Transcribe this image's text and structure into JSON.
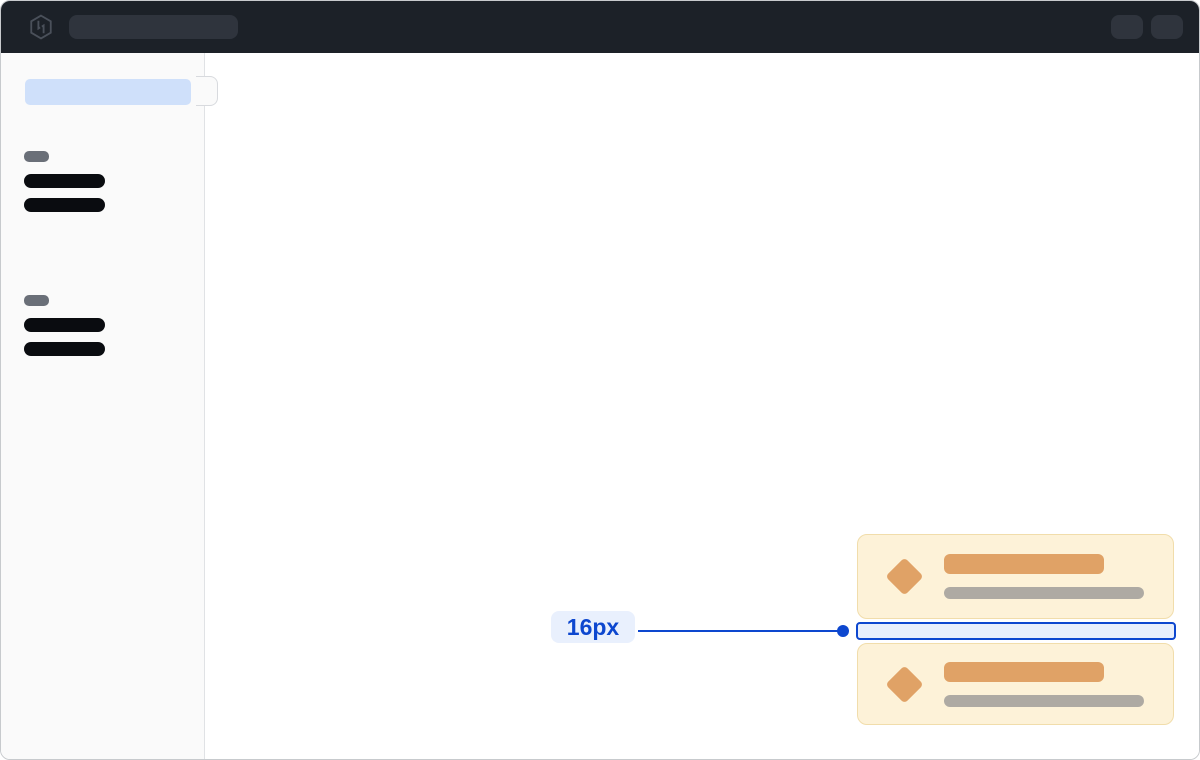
{
  "annotation": {
    "label": "16px",
    "accent_color": "#0d47cf",
    "badge_bg": "#e9f0fd"
  },
  "topbar": {
    "logo_icon": "hashicorp-logo",
    "background": "#1c2128",
    "pill_color": "#2f343d"
  },
  "sidebar": {
    "background": "#fafafa",
    "active_item_color": "#cfe0fa",
    "groups": [
      {
        "label_skeleton": true,
        "item_skeletons": 2
      },
      {
        "label_skeleton": true,
        "item_skeletons": 2
      }
    ]
  },
  "cards": {
    "count": 2,
    "background": "#fdf2d8",
    "border_color": "#f1ddab",
    "icon": "diamond-icon",
    "accent_color": "#e0a266",
    "muted_bar_color": "#aeaaa3"
  }
}
